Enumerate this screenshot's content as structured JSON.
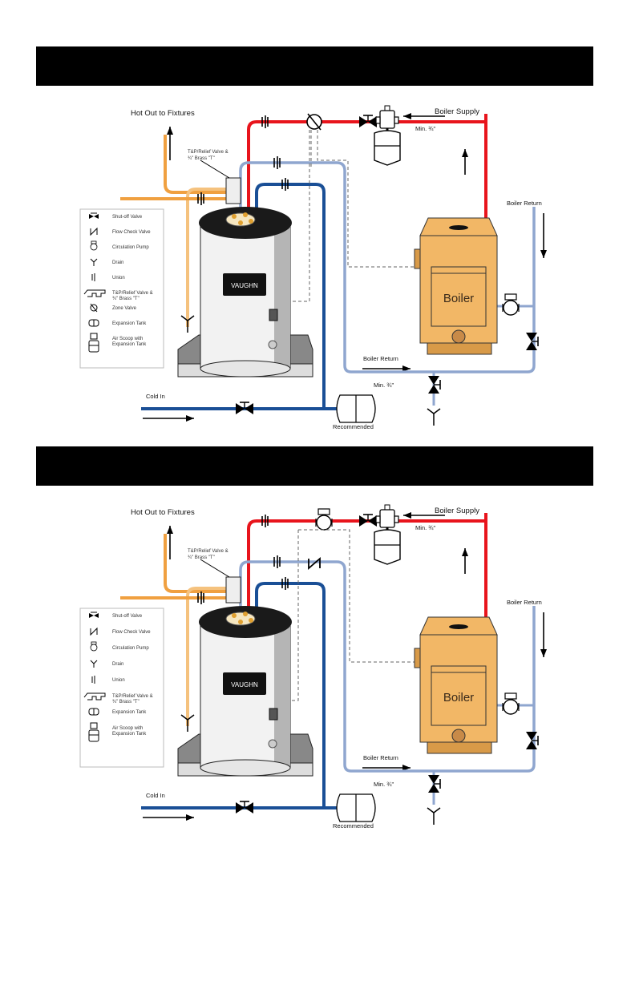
{
  "sections": [
    {
      "header_bar": "",
      "labels": {
        "hot_out": "Hot Out to Fixtures",
        "tp_relief": [
          "T&P/Relief Valve &",
          "¾\" Brass \"T\""
        ],
        "boiler_supply": "Boiler Supply",
        "min_supply": "Min. ¾\"",
        "boiler_return_right": "Boiler Return",
        "boiler_return_bottom": "Boiler Return",
        "min_return": "Min. ¾\"",
        "cold_in": "Cold  In",
        "recommended": "Recommended",
        "boiler": "Boiler",
        "brand": "VAUGHN"
      },
      "legend": [
        {
          "icon": "shutoff-valve-icon",
          "label": "Shut-off Valve"
        },
        {
          "icon": "flow-check-valve-icon",
          "label": "Flow Check Valve"
        },
        {
          "icon": "circulation-pump-icon",
          "label": "Circulation Pump"
        },
        {
          "icon": "drain-icon",
          "label": "Drain"
        },
        {
          "icon": "union-icon",
          "label": "Union"
        },
        {
          "icon": "tp-relief-valve-icon",
          "label": "T&P/Relief Valve &",
          "label2": "¾\" Brass \"T\""
        },
        {
          "icon": "zone-valve-icon",
          "label": "Zone Valve"
        },
        {
          "icon": "expansion-tank-icon",
          "label": "Expansion Tank"
        },
        {
          "icon": "air-scoop-icon",
          "label": "Air Scoop with",
          "label2": "Expansion Tank"
        }
      ],
      "control": "zone-valve"
    },
    {
      "header_bar": "",
      "labels": {
        "hot_out": "Hot Out to Fixtures",
        "tp_relief": [
          "T&P/Relief Valve &",
          "¾\" Brass \"T\""
        ],
        "boiler_supply": "Boiler Supply",
        "min_supply": "Min. ¾\"",
        "boiler_return_right": "Boiler Return",
        "boiler_return_bottom": "Boiler Return",
        "min_return": "Min. ¾\"",
        "cold_in": "Cold  In",
        "recommended": "Recommended",
        "boiler": "Boiler",
        "brand": "VAUGHN"
      },
      "legend": [
        {
          "icon": "shutoff-valve-icon",
          "label": "Shut-off Valve"
        },
        {
          "icon": "flow-check-valve-icon",
          "label": "Flow Check Valve"
        },
        {
          "icon": "circulation-pump-icon",
          "label": "Circulation Pump"
        },
        {
          "icon": "drain-icon",
          "label": "Drain"
        },
        {
          "icon": "union-icon",
          "label": "Union"
        },
        {
          "icon": "tp-relief-valve-icon",
          "label": "T&P/Relief Valve &",
          "label2": "¾\" Brass \"T\""
        },
        {
          "icon": "expansion-tank-icon",
          "label": "Expansion Tank"
        },
        {
          "icon": "air-scoop-icon",
          "label": "Air Scoop with",
          "label2": "Expansion Tank"
        }
      ],
      "control": "circulator"
    }
  ],
  "colors": {
    "hot_supply": "#e8141c",
    "boiler_return": "#8fa6cf",
    "cold": "#1a4f96",
    "hot_out": "#f0a040",
    "hot_out_light": "#f5c27e",
    "boiler_body": "#f2b766",
    "boiler_dark": "#d89a48"
  }
}
